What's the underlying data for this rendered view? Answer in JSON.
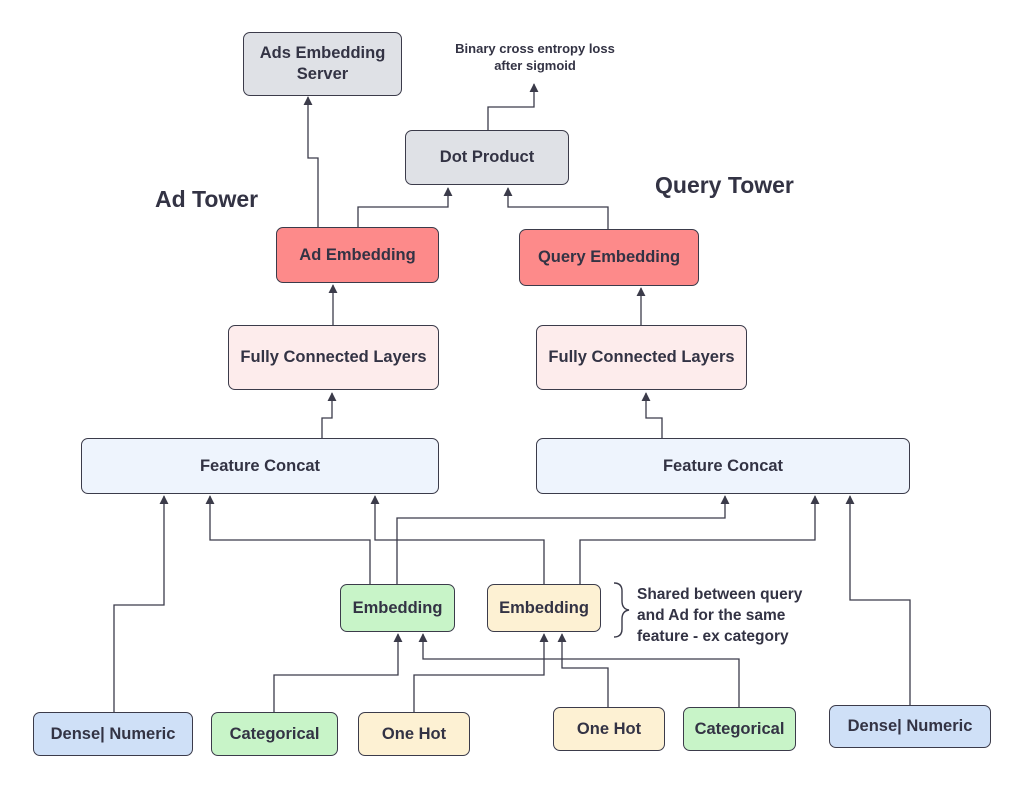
{
  "nodes": {
    "ads_server": {
      "label": "Ads Embedding Server",
      "color": "#dfe1e6"
    },
    "dot_product": {
      "label": "Dot Product",
      "color": "#dfe1e6"
    },
    "ad_embedding": {
      "label": "Ad Embedding",
      "color": "#fd8a8a"
    },
    "query_embedding": {
      "label": "Query Embedding",
      "color": "#fd8a8a"
    },
    "ad_fc": {
      "label": "Fully Connected Layers",
      "color": "#fdecec"
    },
    "query_fc": {
      "label": "Fully Connected Layers",
      "color": "#fdecec"
    },
    "ad_concat": {
      "label": "Feature Concat",
      "color": "#eef4fd"
    },
    "query_concat": {
      "label": "Feature Concat",
      "color": "#eef4fd"
    },
    "emb_green": {
      "label": "Embedding",
      "color": "#c8f4c8"
    },
    "emb_yellow": {
      "label": "Embedding",
      "color": "#fdf1d3"
    },
    "dense_left": {
      "label": "Dense| Numeric",
      "color": "#cfe0f7"
    },
    "cat_left": {
      "label": "Categorical",
      "color": "#c8f4c8"
    },
    "onehot_left": {
      "label": "One Hot",
      "color": "#fdf1d3"
    },
    "onehot_right": {
      "label": "One Hot",
      "color": "#fdf1d3"
    },
    "cat_right": {
      "label": "Categorical",
      "color": "#c8f4c8"
    },
    "dense_right": {
      "label": "Dense| Numeric",
      "color": "#cfe0f7"
    }
  },
  "labels": {
    "ad_tower": "Ad Tower",
    "query_tower": "Query Tower",
    "loss_line1": "Binary cross entropy loss",
    "loss_line2": "after sigmoid",
    "shared_line1": "Shared between query",
    "shared_line2": "and Ad for the same",
    "shared_line3": "feature - ex category"
  },
  "colors": {
    "line": "#3b3b4a",
    "text": "#333344"
  }
}
